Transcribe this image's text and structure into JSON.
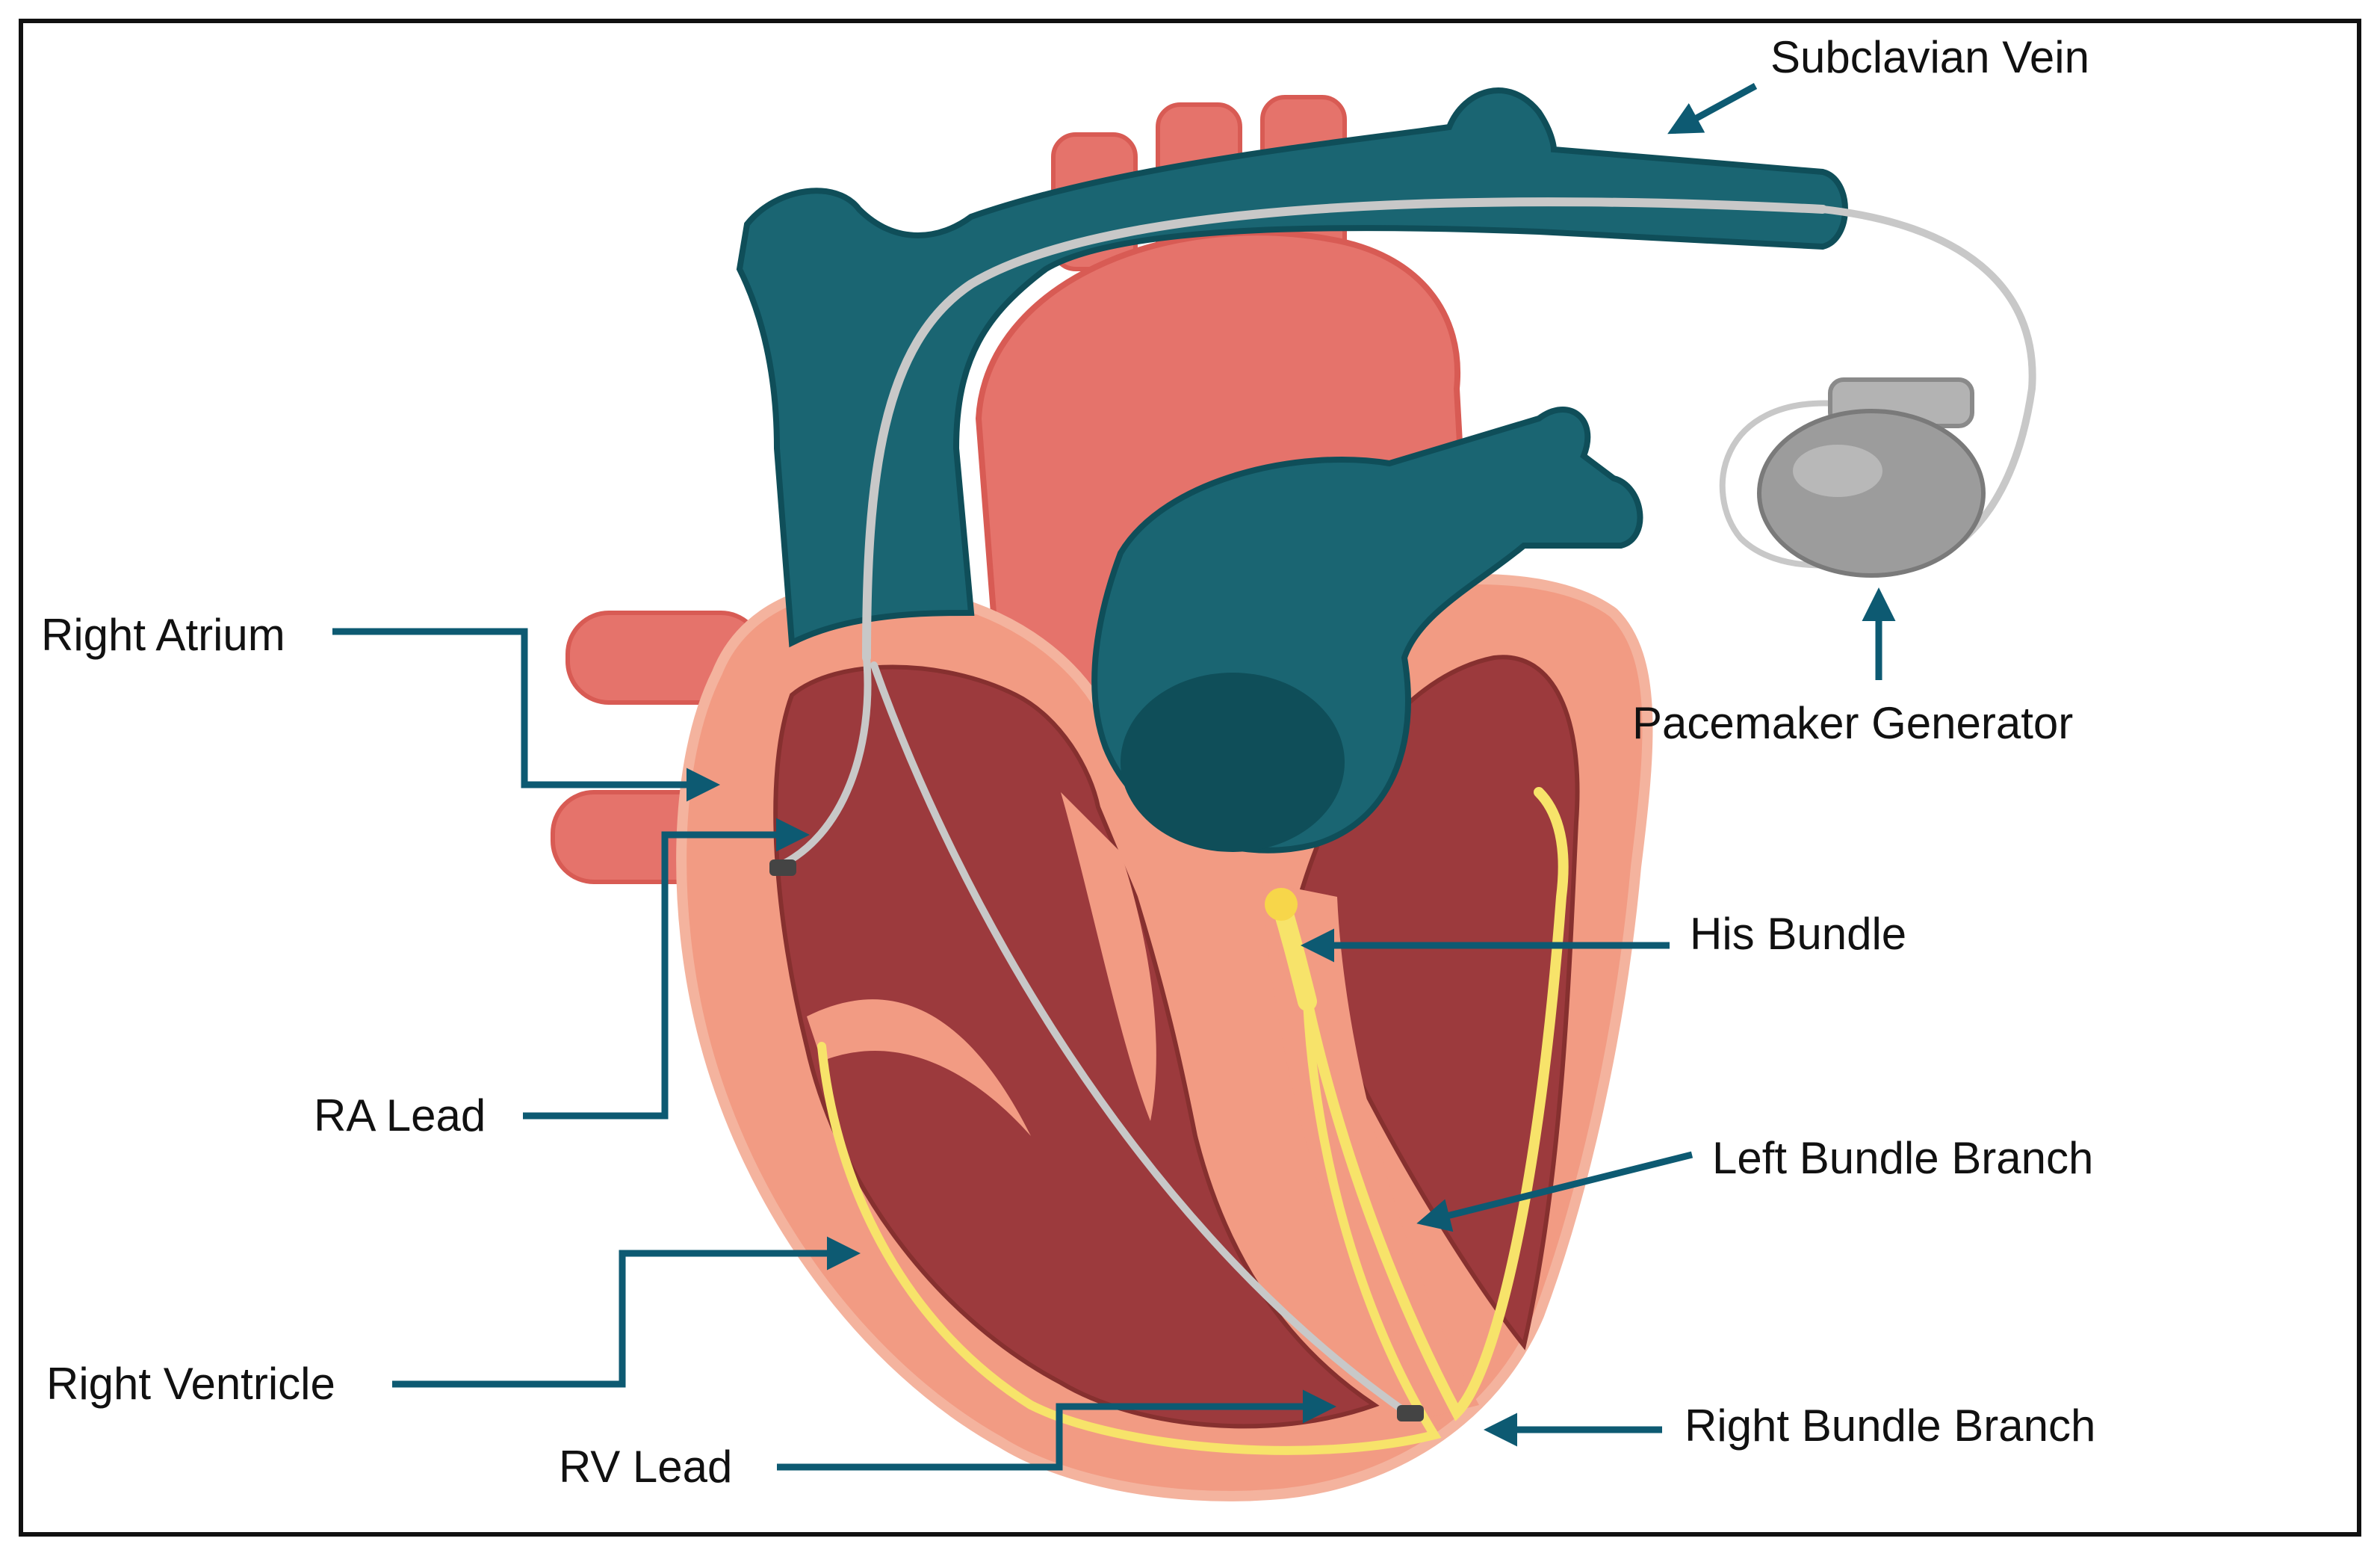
{
  "colors": {
    "vein": "#1a6572",
    "vein_dark": "#0f4e59",
    "artery": "#e5736b",
    "artery_dark": "#d85b54",
    "myocardium": "#f29b83",
    "chamber": "#9c3a3d",
    "chamber_dark": "#86302f",
    "conduction": "#f7e36a",
    "lead": "#c8c8c8",
    "generator": "#9c9c9c",
    "pointer": "#0d5a72",
    "frame": "#111111"
  },
  "labels": {
    "subclavian_vein": "Subclavian Vein",
    "pacemaker_generator": "Pacemaker Generator",
    "right_atrium": "Right Atrium",
    "ra_lead": "RA Lead",
    "right_ventricle": "Right Ventricle",
    "rv_lead": "RV Lead",
    "his_bundle": "His Bundle",
    "left_bundle_branch": "Left Bundle Branch",
    "right_bundle_branch": "Right Bundle Branch"
  }
}
